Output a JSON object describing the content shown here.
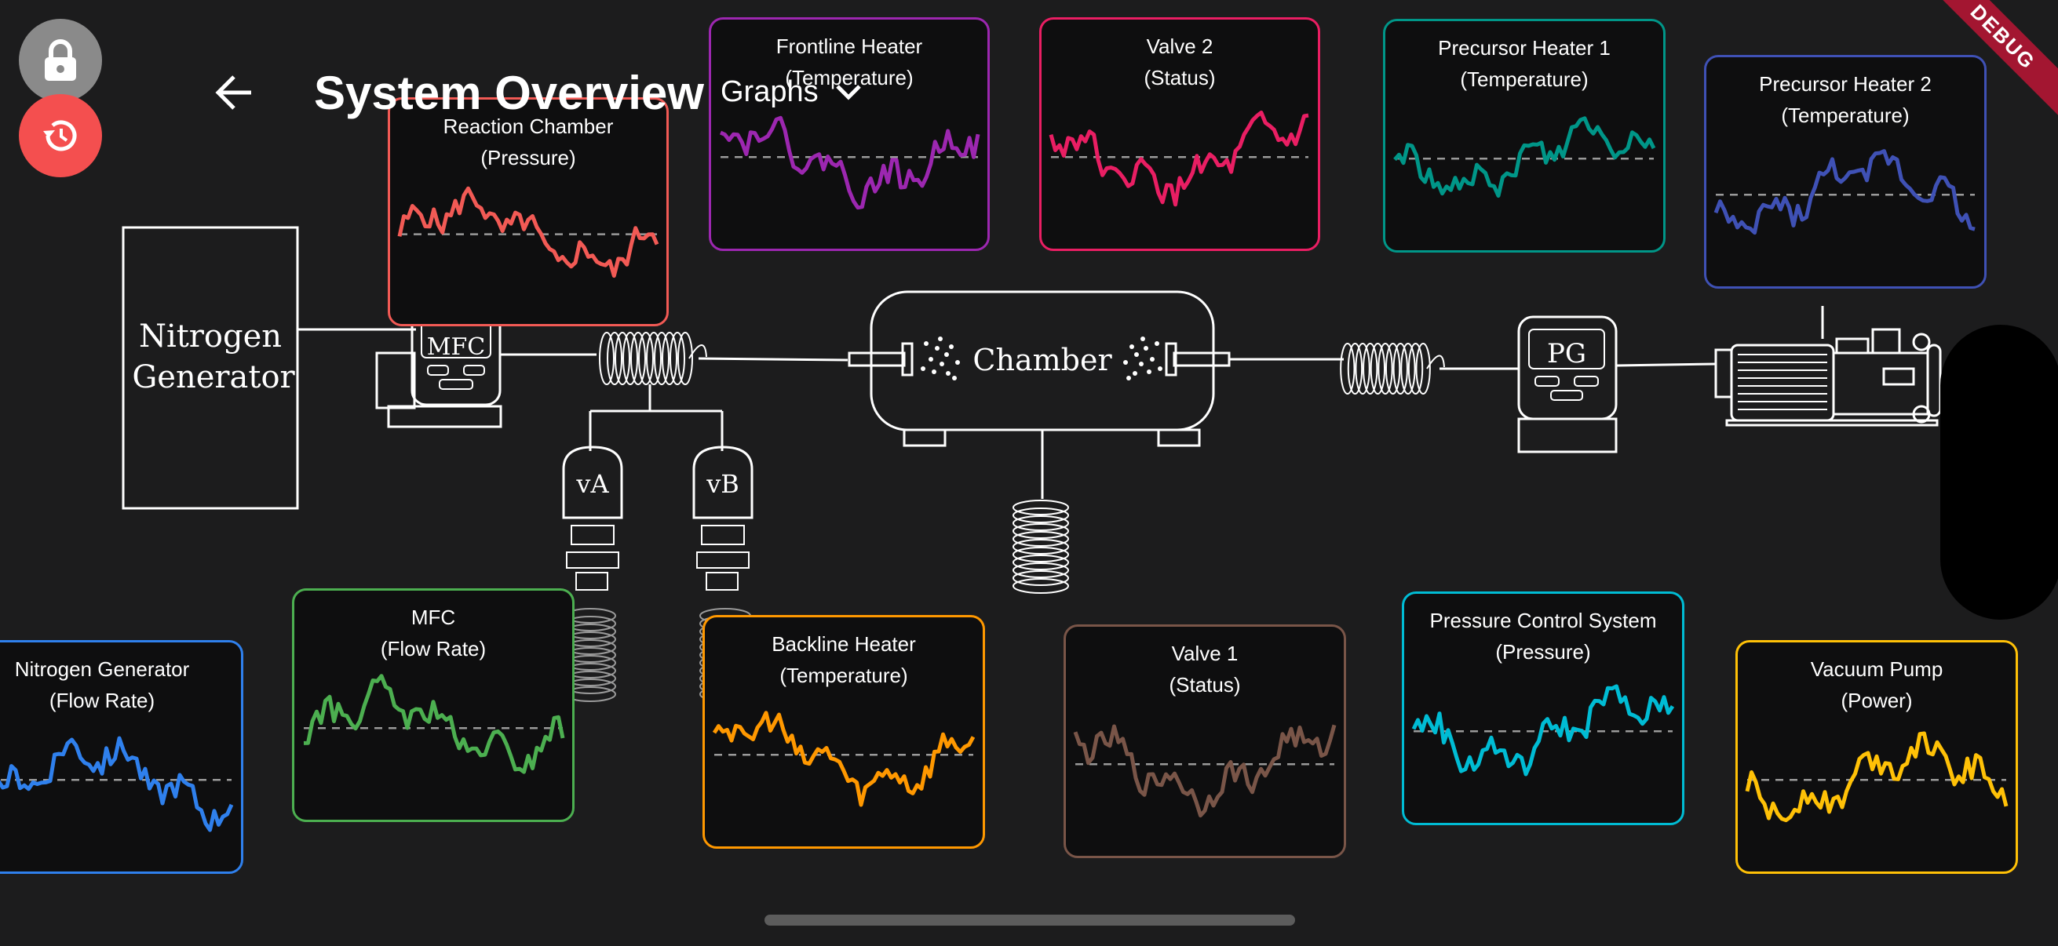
{
  "header": {
    "title": "System Overview",
    "graphs_label": "Graphs"
  },
  "debug_banner": "DEBUG",
  "diagram": {
    "nitrogen_generator": "Nitrogen Generator",
    "mfc": "MFC",
    "va": "vA",
    "vb": "vB",
    "chamber": "Chamber",
    "pg": "PG"
  },
  "cards": [
    {
      "id": "reaction-chamber",
      "title": "Reaction Chamber\n(Pressure)",
      "color": "#f25a55"
    },
    {
      "id": "frontline-heater",
      "title": "Frontline Heater\n(Temperature)",
      "color": "#9c27b0"
    },
    {
      "id": "valve-2",
      "title": "Valve 2\n(Status)",
      "color": "#e91e63"
    },
    {
      "id": "precursor-heater-1",
      "title": "Precursor Heater 1\n(Temperature)",
      "color": "#009688"
    },
    {
      "id": "precursor-heater-2",
      "title": "Precursor Heater 2\n(Temperature)",
      "color": "#3f51b5"
    },
    {
      "id": "nitrogen-generator",
      "title": "Nitrogen Generator\n(Flow Rate)",
      "color": "#2f80ed"
    },
    {
      "id": "mfc",
      "title": "MFC\n(Flow Rate)",
      "color": "#4caf50"
    },
    {
      "id": "backline-heater",
      "title": "Backline Heater\n(Temperature)",
      "color": "#ff9800"
    },
    {
      "id": "valve-1",
      "title": "Valve 1\n(Status)",
      "color": "#795548"
    },
    {
      "id": "pressure-control",
      "title": "Pressure Control System\n(Pressure)",
      "color": "#00bcd4"
    },
    {
      "id": "vacuum-pump",
      "title": "Vacuum Pump\n(Power)",
      "color": "#ffc107"
    }
  ],
  "colors": {
    "lock_button": "#8a8a8a",
    "history_button": "#f44f4f"
  },
  "icons": {
    "lock": "lock-icon",
    "history": "history-icon",
    "back": "arrow-back-icon",
    "dropdown": "chevron-down-icon"
  }
}
